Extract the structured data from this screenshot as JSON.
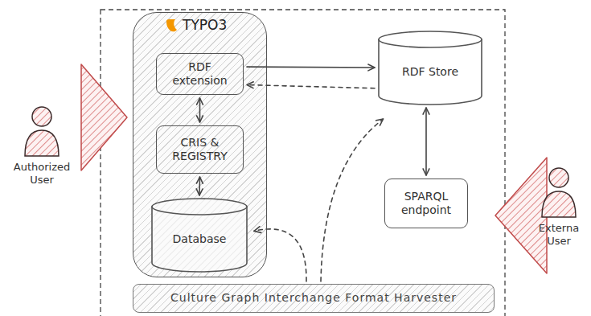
{
  "diagram": {
    "nodes": [
      {
        "text": [
          "TYPO3"
        ]
      },
      {
        "text": [
          "RDF extension"
        ],
        "in": 0
      },
      {
        "text": [
          "CRIS & REGISTRY"
        ],
        "in": 0
      },
      {
        "text": [
          "Database"
        ],
        "in": 0
      },
      {
        "text": [
          "RDF Store"
        ]
      },
      {
        "text": [
          "SPARQL endpoint"
        ]
      },
      {
        "text": [
          "Culture Graph Interchange Format Harvester"
        ]
      },
      {
        "text": [
          "Authorized User"
        ]
      },
      {
        "text": [
          "Externa User"
        ]
      }
    ],
    "edges": [
      {
        "from": 1,
        "to": 4,
        "arrow": "to"
      },
      {
        "from": 4,
        "to": 1,
        "arrow": "to"
      },
      {
        "from": 1,
        "to": 2,
        "arrow": "both"
      },
      {
        "from": 2,
        "to": 3,
        "arrow": "both"
      },
      {
        "from": 4,
        "to": 5,
        "arrow": "both"
      },
      {
        "from": 6,
        "to": 3,
        "arrow": "to"
      },
      {
        "from": 6,
        "to": 4,
        "arrow": "to"
      }
    ]
  }
}
